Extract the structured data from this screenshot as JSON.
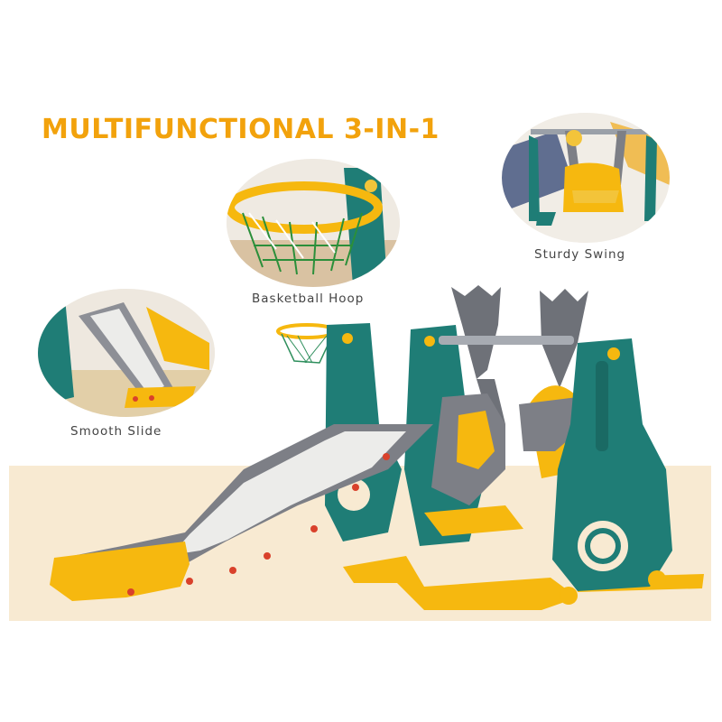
{
  "headline": "MULTIFUNCTIONAL 3-IN-1",
  "features": {
    "swing": {
      "label": "Sturdy Swing"
    },
    "hoop": {
      "label": "Basketball Hoop"
    },
    "slide": {
      "label": "Smooth Slide"
    }
  },
  "colors": {
    "headline": "#f2a20c",
    "teal": "#1f7d76",
    "yellow": "#f6b80f",
    "gray": "#7d7f86",
    "floor": "#f8ead2"
  }
}
